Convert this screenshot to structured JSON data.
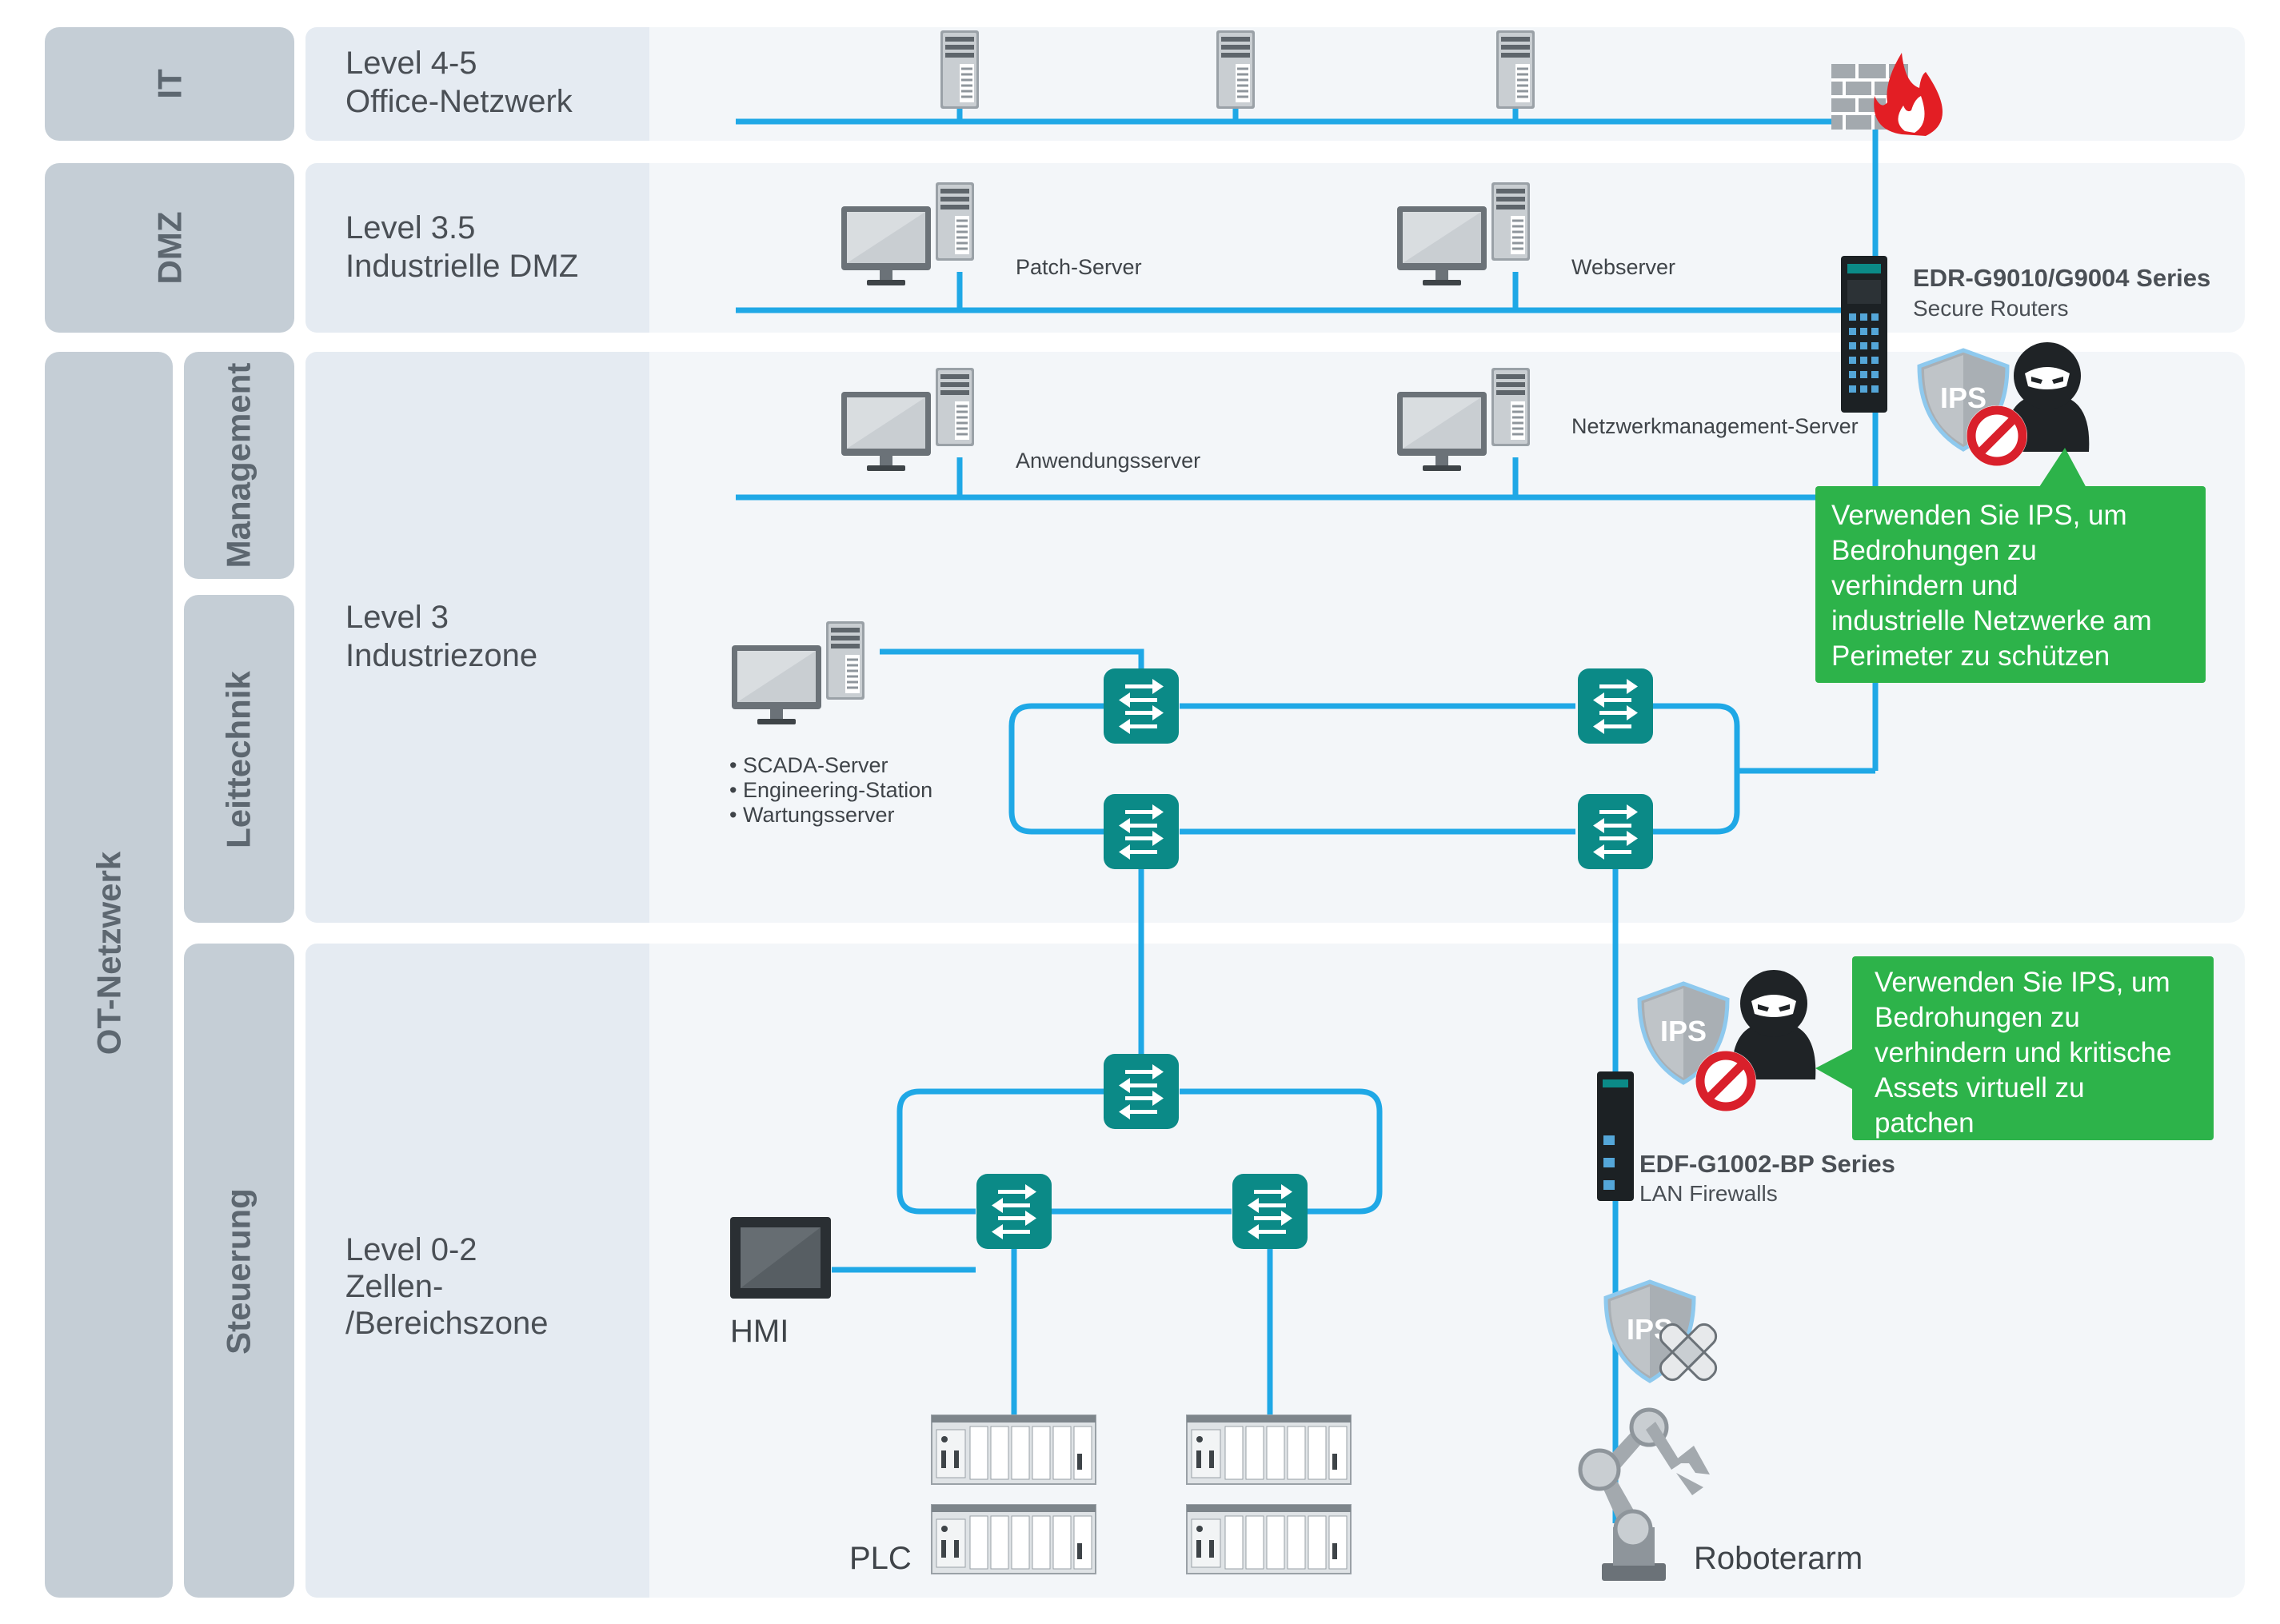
{
  "side_labels": {
    "it": "IT",
    "dmz": "DMZ",
    "ot_network": "OT-Netzwerk",
    "management": "Management",
    "leittechnik": "Leittechnik",
    "steuerung": "Steuerung"
  },
  "zones": {
    "level45": {
      "line1": "Level 4-5",
      "line2": "Office-Netzwerk"
    },
    "level35": {
      "line1": "Level 3.5",
      "line2": "Industrielle DMZ"
    },
    "level3": {
      "line1": "Level 3",
      "line2": "Industriezone"
    },
    "level02": {
      "line1": "Level 0-2",
      "line2": "Zellen-",
      "line3": "/Bereichszone"
    }
  },
  "servers": {
    "patch": "Patch-Server",
    "web": "Webserver",
    "application": "Anwendungsserver",
    "netmgmt": "Netzwerkmanagement-Server"
  },
  "scada_list": [
    "SCADA-Server",
    "Engineering-Station",
    "Wartungsserver"
  ],
  "devices": {
    "edr": {
      "title": "EDR-G9010/G9004 Series",
      "subtitle": "Secure Routers"
    },
    "edf": {
      "title": "EDF-G1002-BP Series",
      "subtitle": "LAN Firewalls"
    }
  },
  "callouts": {
    "top": [
      "Verwenden Sie IPS, um",
      "Bedrohungen zu",
      "verhindern und",
      "industrielle Netzwerke am",
      "Perimeter zu schützen"
    ],
    "bottom": [
      "Verwenden Sie IPS, um",
      "Bedrohungen zu",
      "verhindern und kritische",
      "Assets virtuell zu",
      "patchen"
    ]
  },
  "badges": {
    "ips": "IPS"
  },
  "field_labels": {
    "hmi": "HMI",
    "plc": "PLC",
    "robot": "Roboterarm"
  },
  "colors": {
    "network_line": "#1fa8e6",
    "switch": "#0b8a87",
    "callout": "#2db34a",
    "zone_bg": "#f3f6f9",
    "label_bg": "#e5ebf2",
    "side_tab": "#c5ced6",
    "blocked": "#d9202b"
  },
  "icons": [
    "server-tower-icon",
    "workstation-icon",
    "firewall-icon",
    "switch-icon",
    "router-icon",
    "hacker-icon",
    "ips-shield-icon",
    "hmi-icon",
    "plc-icon",
    "robot-arm-icon"
  ]
}
